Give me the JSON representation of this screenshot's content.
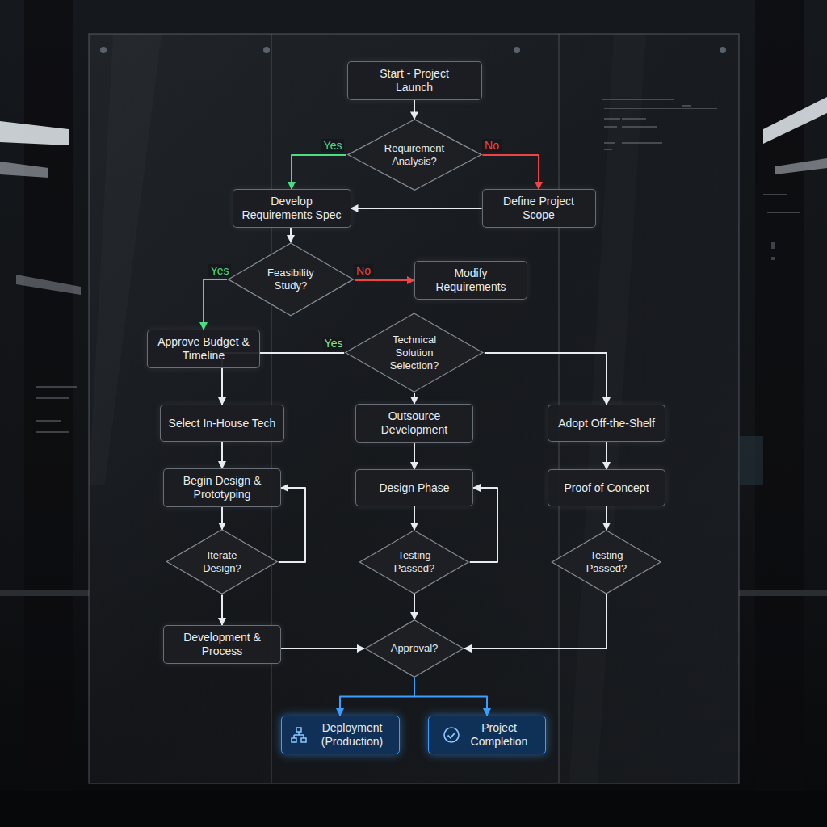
{
  "diagram": {
    "nodes": [
      {
        "text": [
          "Start - Project Launch"
        ]
      },
      {
        "text": [
          "Requirement Analysis?"
        ]
      },
      {
        "text": [
          "Develop Requirements Spec"
        ]
      },
      {
        "text": [
          "Define Project Scope"
        ]
      },
      {
        "text": [
          "Feasibility Study?"
        ]
      },
      {
        "text": [
          "Modify Requirements"
        ]
      },
      {
        "text": [
          "Approve Budget & Timeline"
        ]
      },
      {
        "text": [
          "Technical Solution Selection?"
        ]
      },
      {
        "text": [
          "Select In-House Tech"
        ]
      },
      {
        "text": [
          "Outsource Development"
        ]
      },
      {
        "text": [
          "Adopt Off-the-Shelf"
        ]
      },
      {
        "text": [
          "Begin Design & Prototyping"
        ]
      },
      {
        "text": [
          "Design Phase"
        ]
      },
      {
        "text": [
          "Proof of Concept"
        ]
      },
      {
        "text": [
          "Iterate Design?"
        ]
      },
      {
        "text": [
          "Testing Passed?"
        ]
      },
      {
        "text": [
          "Testing Passed?"
        ]
      },
      {
        "text": [
          "Development & Process"
        ]
      },
      {
        "text": [
          "Approval?"
        ]
      },
      {
        "text": [
          "Deployment (Production)"
        ]
      },
      {
        "text": [
          "Project Completion"
        ]
      }
    ],
    "edges": [
      {
        "from": 0,
        "to": 1,
        "arrow": "to"
      },
      {
        "from": 1,
        "to": 2,
        "label": "Yes",
        "arrow": "to"
      },
      {
        "from": 1,
        "to": 3,
        "label": "No",
        "arrow": "to"
      },
      {
        "from": 3,
        "to": 2,
        "arrow": "to"
      },
      {
        "from": 2,
        "to": 4,
        "arrow": "to"
      },
      {
        "from": 4,
        "to": 6,
        "label": "Yes",
        "arrow": "to"
      },
      {
        "from": 4,
        "to": 5,
        "label": "No",
        "arrow": "to"
      },
      {
        "from": 7,
        "to": 8,
        "label": "Yes",
        "arrow": "to"
      },
      {
        "from": 7,
        "to": 9,
        "arrow": "to"
      },
      {
        "from": 7,
        "to": 10,
        "arrow": "to"
      },
      {
        "from": 8,
        "to": 11,
        "arrow": "to"
      },
      {
        "from": 11,
        "to": 14,
        "arrow": "to"
      },
      {
        "from": 14,
        "to": 11,
        "arrow": "to"
      },
      {
        "from": 14,
        "to": 17,
        "arrow": "to"
      },
      {
        "from": 9,
        "to": 12,
        "arrow": "to"
      },
      {
        "from": 12,
        "to": 15,
        "arrow": "to"
      },
      {
        "from": 15,
        "to": 12,
        "arrow": "to"
      },
      {
        "from": 15,
        "to": 18,
        "arrow": "to"
      },
      {
        "from": 10,
        "to": 13,
        "arrow": "to"
      },
      {
        "from": 13,
        "to": 16,
        "arrow": "to"
      },
      {
        "from": 16,
        "to": 18,
        "arrow": "to"
      },
      {
        "from": 17,
        "to": 18,
        "arrow": "to"
      },
      {
        "from": 18,
        "to": 19,
        "arrow": "to"
      },
      {
        "from": 18,
        "to": 20,
        "arrow": "to"
      }
    ]
  }
}
